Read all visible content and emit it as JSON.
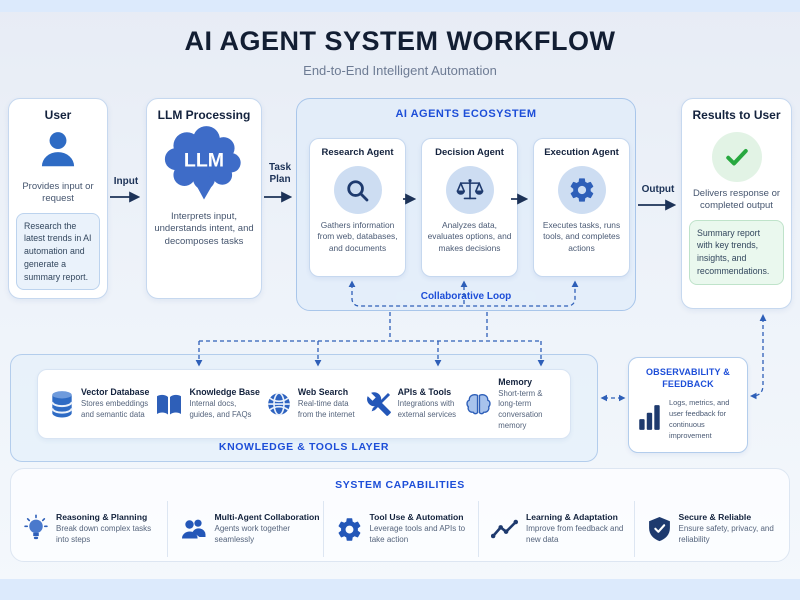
{
  "title": "AI AGENT SYSTEM WORKFLOW",
  "subtitle": "End-to-End Intelligent Automation",
  "flow": {
    "user": {
      "title": "User",
      "icon": "person-icon",
      "desc": "Provides input or request",
      "note": "Research the latest trends in AI automation and generate a summary report."
    },
    "input_label": "Input",
    "llm": {
      "title": "LLM Processing",
      "icon": "brain-icon",
      "icon_text": "LLM",
      "desc": "Interprets input, understands intent, and decomposes tasks"
    },
    "task_plan_label": "Task Plan",
    "ecosystem": {
      "title": "AI AGENTS ECOSYSTEM",
      "agents": [
        {
          "name": "Research Agent",
          "icon": "magnifier-icon",
          "desc": "Gathers information from web, databases, and documents"
        },
        {
          "name": "Decision Agent",
          "icon": "scales-icon",
          "desc": "Analyzes data, evaluates options, and makes decisions"
        },
        {
          "name": "Execution Agent",
          "icon": "gear-icon",
          "desc": "Executes tasks, runs tools, and completes actions"
        }
      ],
      "loop_label": "Collaborative Loop"
    },
    "output_label": "Output",
    "results": {
      "title": "Results to User",
      "icon": "check-icon",
      "desc": "Delivers response or completed output",
      "note": "Summary report with key trends, insights, and recommendations."
    }
  },
  "knowledge_layer": {
    "label": "KNOWLEDGE & TOOLS LAYER",
    "items": [
      {
        "name": "Vector Database",
        "icon": "database-icon",
        "desc": "Stores embeddings and semantic data"
      },
      {
        "name": "Knowledge Base",
        "icon": "book-icon",
        "desc": "Internal docs, guides, and FAQs"
      },
      {
        "name": "Web Search",
        "icon": "globe-icon",
        "desc": "Real-time data from the internet"
      },
      {
        "name": "APIs & Tools",
        "icon": "tools-icon",
        "desc": "Integrations with external services"
      },
      {
        "name": "Memory",
        "icon": "brain-icon",
        "desc": "Short-term & long-term conversation memory"
      }
    ]
  },
  "observability": {
    "title": "OBSERVABILITY & FEEDBACK",
    "icon": "bar-chart-icon",
    "desc": "Logs, metrics, and user feedback for continuous improvement"
  },
  "capabilities": {
    "label": "SYSTEM CAPABILITIES",
    "items": [
      {
        "name": "Reasoning & Planning",
        "icon": "lightbulb-icon",
        "desc": "Break down complex tasks into steps"
      },
      {
        "name": "Multi-Agent Collaboration",
        "icon": "people-icon",
        "desc": "Agents work together seamlessly"
      },
      {
        "name": "Tool Use & Automation",
        "icon": "gear-icon",
        "desc": "Leverage tools and APIs to take action"
      },
      {
        "name": "Learning & Adaptation",
        "icon": "trend-icon",
        "desc": "Improve from feedback and new data"
      },
      {
        "name": "Secure & Reliable",
        "icon": "shield-icon",
        "desc": "Ensure safety, privacy, and reliability"
      }
    ]
  },
  "colors": {
    "accent_blue": "#1d4ed8",
    "icon_blue": "#2e6bc4",
    "dark_navy": "#1c3257",
    "success_green": "#27a83f",
    "panel_blue_bg": "#e0ecfa",
    "frame_strip": "#dceafc"
  }
}
